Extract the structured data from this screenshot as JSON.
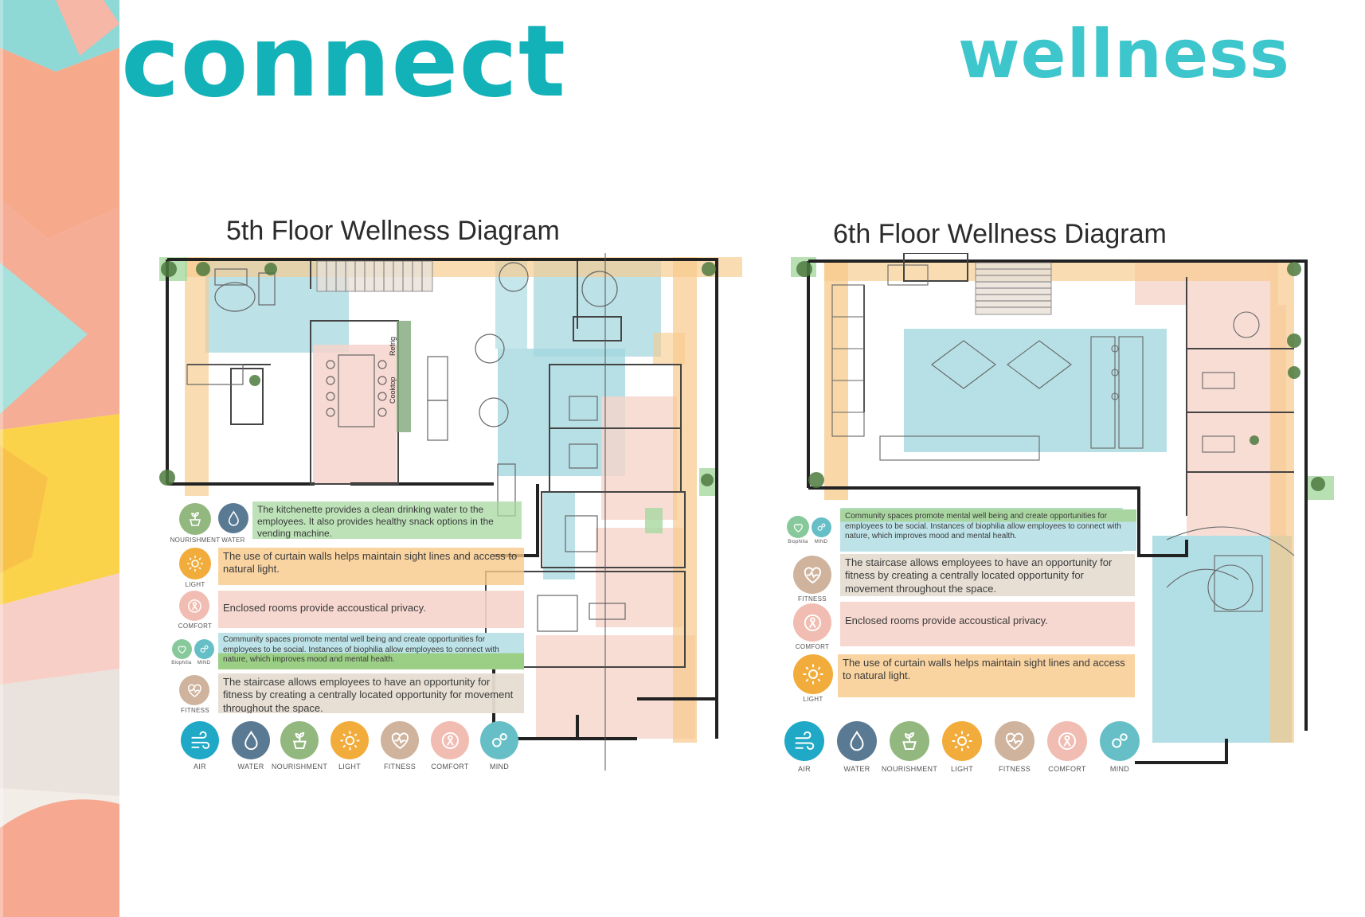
{
  "brand": {
    "left": "connect",
    "right": "wellness"
  },
  "colors": {
    "teal": "#12b2b8",
    "air": "#1fa9c6",
    "water": "#5a7a94",
    "nourishment": "#93b87f",
    "light": "#f2ac3b",
    "fitness": "#cfb39c",
    "comfort": "#f1bcb1",
    "mind": "#66bfc6",
    "biophilia": "#87c99a",
    "zone_blue": "#9fd6de",
    "zone_pink": "#f6d4cb",
    "zone_orange": "#f7c98a",
    "zone_green": "#a7d8a0"
  },
  "floor5": {
    "title": "5th Floor Wellness Diagram",
    "notes": {
      "kitchenette": "The kitchenette provides a clean drinking water to the employees.  It also provides healthy snack options in the vending machine.",
      "curtain": "The use of curtain walls helps maintain sight lines and access to natural light.",
      "enclosed": "Enclosed rooms provide accoustical privacy.",
      "community": "Community spaces promote mental well being and create opportunities for employees to be social. Instances of biophilia allow employees to connect with nature, which improves mood and mental health.",
      "staircase": "The staircase allows employees to have an opportunity for fitness by creating a centrally located opportunity for movement throughout the space."
    },
    "note_icons": {
      "nourishment": "NOURISHMENT",
      "water": "WATER",
      "light": "LIGHT",
      "comfort": "COMFORT",
      "biophilia": "Biophilia",
      "mind": "MIND",
      "fitness": "FITNESS"
    },
    "plan_labels": {
      "refrig": "Refrig",
      "cooktop": "Cooktop"
    },
    "legend": [
      "AIR",
      "WATER",
      "NOURISHMENT",
      "LIGHT",
      "FITNESS",
      "COMFORT",
      "MIND"
    ]
  },
  "floor6": {
    "title": "6th Floor Wellness Diagram",
    "notes": {
      "community": "Community spaces promote mental well being and create opportunities for employees to be social. Instances of biophilia allow employees to connect with nature, which improves mood and mental health.",
      "staircase": "The staircase allows employees to have an opportunity for fitness by creating a centrally located opportunity for movement throughout the space.",
      "enclosed": "Enclosed rooms provide accoustical privacy.",
      "curtain": "The use of curtain walls helps maintain sight lines and access to natural light."
    },
    "note_icons": {
      "biophilia": "Biophilia",
      "mind": "MIND",
      "fitness": "FITNESS",
      "comfort": "COMFORT",
      "light": "LIGHT"
    },
    "legend": [
      "AIR",
      "WATER",
      "NOURISHMENT",
      "LIGHT",
      "FITNESS",
      "COMFORT",
      "MIND"
    ]
  },
  "icons": {
    "air": "wind-icon",
    "water": "water-drop-icon",
    "nourishment": "plant-pot-icon",
    "light": "sun-icon",
    "fitness": "heart-pulse-icon",
    "comfort": "person-in-circle-icon",
    "mind": "gears-icon",
    "biophilia": "heart-leaf-icon"
  }
}
